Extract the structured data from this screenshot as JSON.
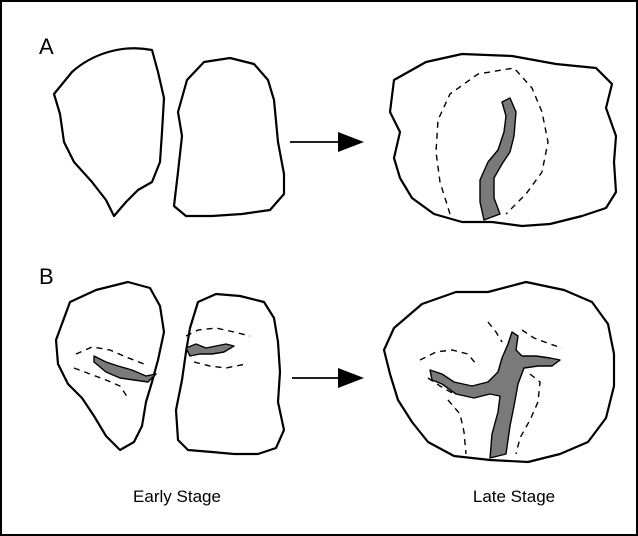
{
  "panels": [
    {
      "label": "A"
    },
    {
      "label": "B"
    }
  ],
  "stages": {
    "early": "Early Stage",
    "late": "Late Stage"
  }
}
